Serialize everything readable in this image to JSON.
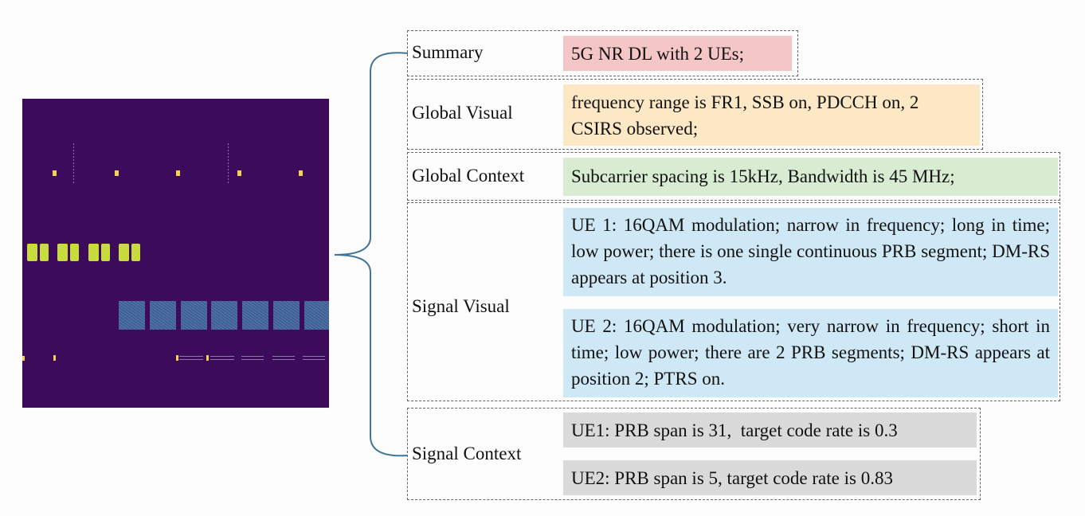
{
  "sections": {
    "summary": {
      "label": "Summary",
      "text": "5G NR DL with 2 UEs;"
    },
    "global_visual": {
      "label": "Global Visual",
      "text": "frequency range is FR1, SSB on, PDCCH on, 2 CSIRS observed;"
    },
    "global_context": {
      "label": "Global Context",
      "text": "Subcarrier spacing is 15kHz, Bandwidth is 45 MHz;"
    },
    "signal_visual": {
      "label": "Signal Visual",
      "items": [
        "UE 1: 16QAM modulation; narrow in frequency; long in time; low power; there is one single continuous PRB segment; DM-RS appears at position 3.",
        "UE 2: 16QAM modulation; very narrow in frequency; short in time; low power; there are 2 PRB segments; DM-RS appears at position 2; PTRS on."
      ]
    },
    "signal_context": {
      "label": "Signal Context",
      "items": [
        "UE1: PRB span is 31,  target code rate is 0.3",
        "UE2: PRB span is 5, target code rate is 0.83"
      ]
    }
  },
  "colors": {
    "summary": "#f4c6c6",
    "global_visual": "#fde8c6",
    "global_context": "#d8ecd1",
    "signal_visual": "#cfe8f5",
    "signal_context": "#dadada",
    "spectrogram_bg": "#3d0b5b",
    "brace": "#3f7596"
  }
}
